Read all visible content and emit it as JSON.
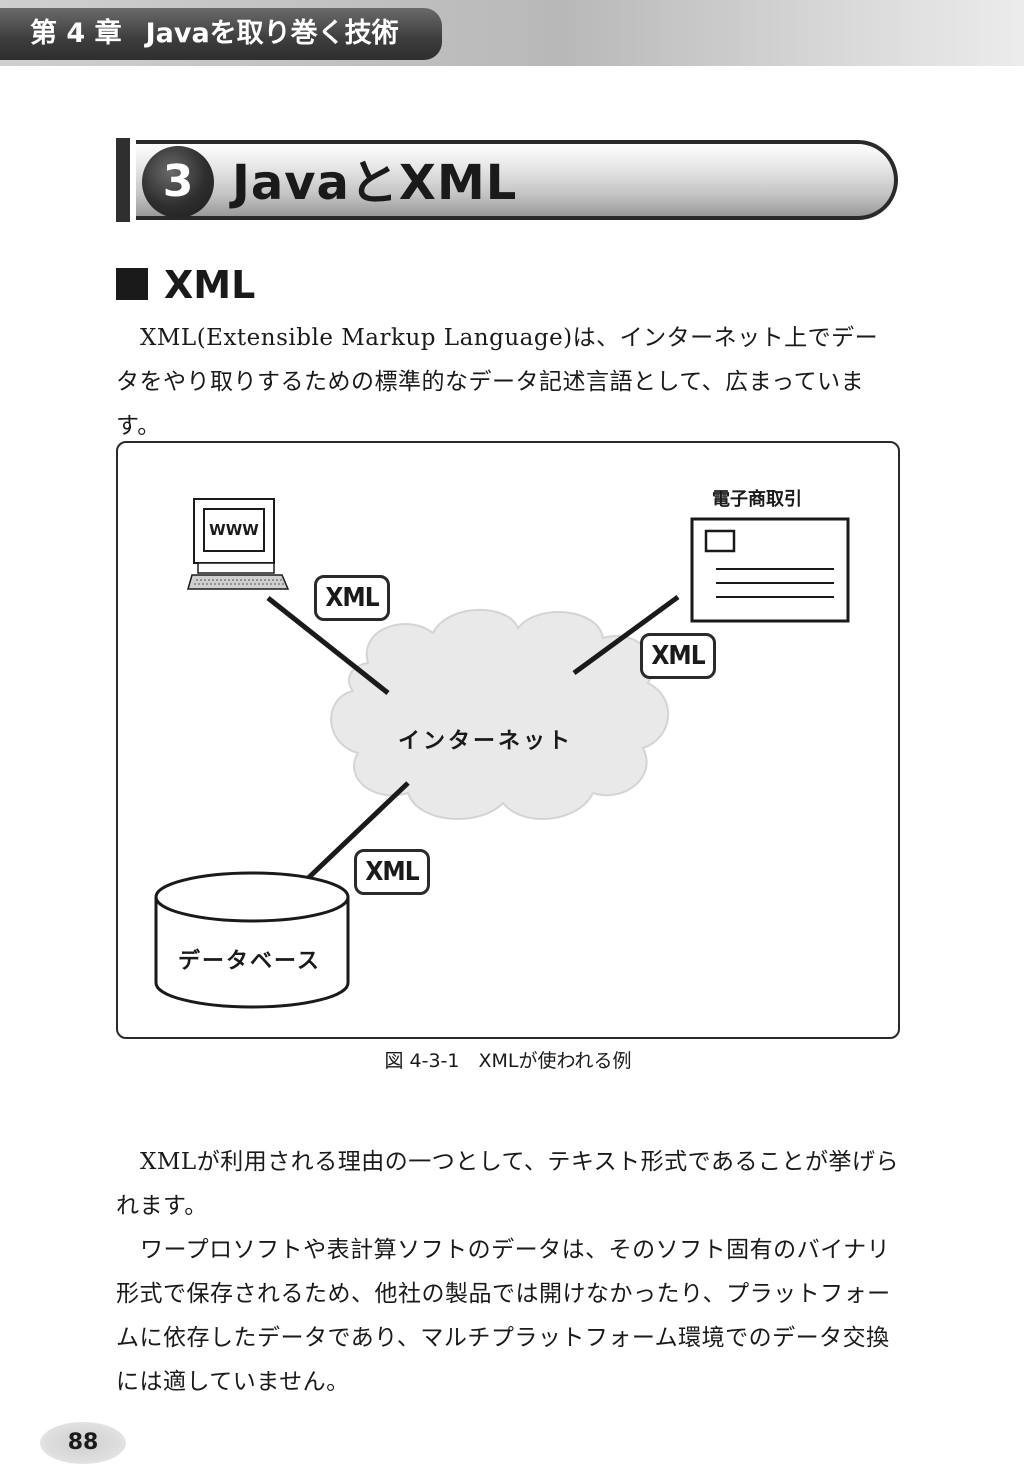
{
  "chapter": {
    "number": "第 4 章",
    "title": "Javaを取り巻く技術"
  },
  "section": {
    "number": "3",
    "title": "JavaとXML"
  },
  "subheading": "XML",
  "paragraphs": [
    "XML(Extensible Markup Language)は、インターネット上でデータをやり取りするための標準的なデータ記述言語として、広まっています。",
    "XMLが利用される理由の一つとして、テキスト形式であることが挙げられます。",
    "ワープロソフトや表計算ソフトのデータは、そのソフト固有のバイナリ形式で保存されるため、他社の製品では開けなかったり、プラットフォームに依存したデータであり、マルチプラットフォーム環境でのデータ交換には適していません。"
  ],
  "figure": {
    "computer_screen_text": "WWW",
    "ecommerce_label": "電子商取引",
    "internet_label": "インターネット",
    "database_label": "データベース",
    "xml_badge": "XML",
    "caption": "図 4-3-1　XMLが使われる例"
  },
  "page_number": "88"
}
